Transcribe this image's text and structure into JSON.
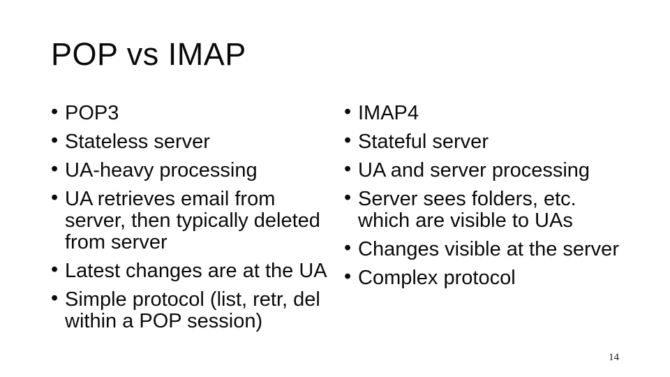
{
  "slide": {
    "title": "POP vs IMAP",
    "bullet_char": "•",
    "page_number": "14",
    "colors": {
      "background": "#ffffff",
      "text": "#0a0a0a"
    },
    "left_column": {
      "items": [
        "POP3",
        "Stateless server",
        "UA-heavy processing",
        "UA retrieves email from\nserver, then typically deleted\nfrom server",
        "Latest changes are at the UA",
        "Simple protocol (list, retr, del\nwithin a POP session)"
      ]
    },
    "right_column": {
      "items": [
        "IMAP4",
        "Stateful server",
        "UA and server processing",
        "Server sees folders, etc.\nwhich are visible to UAs",
        "Changes visible at the server",
        "Complex protocol"
      ]
    }
  }
}
